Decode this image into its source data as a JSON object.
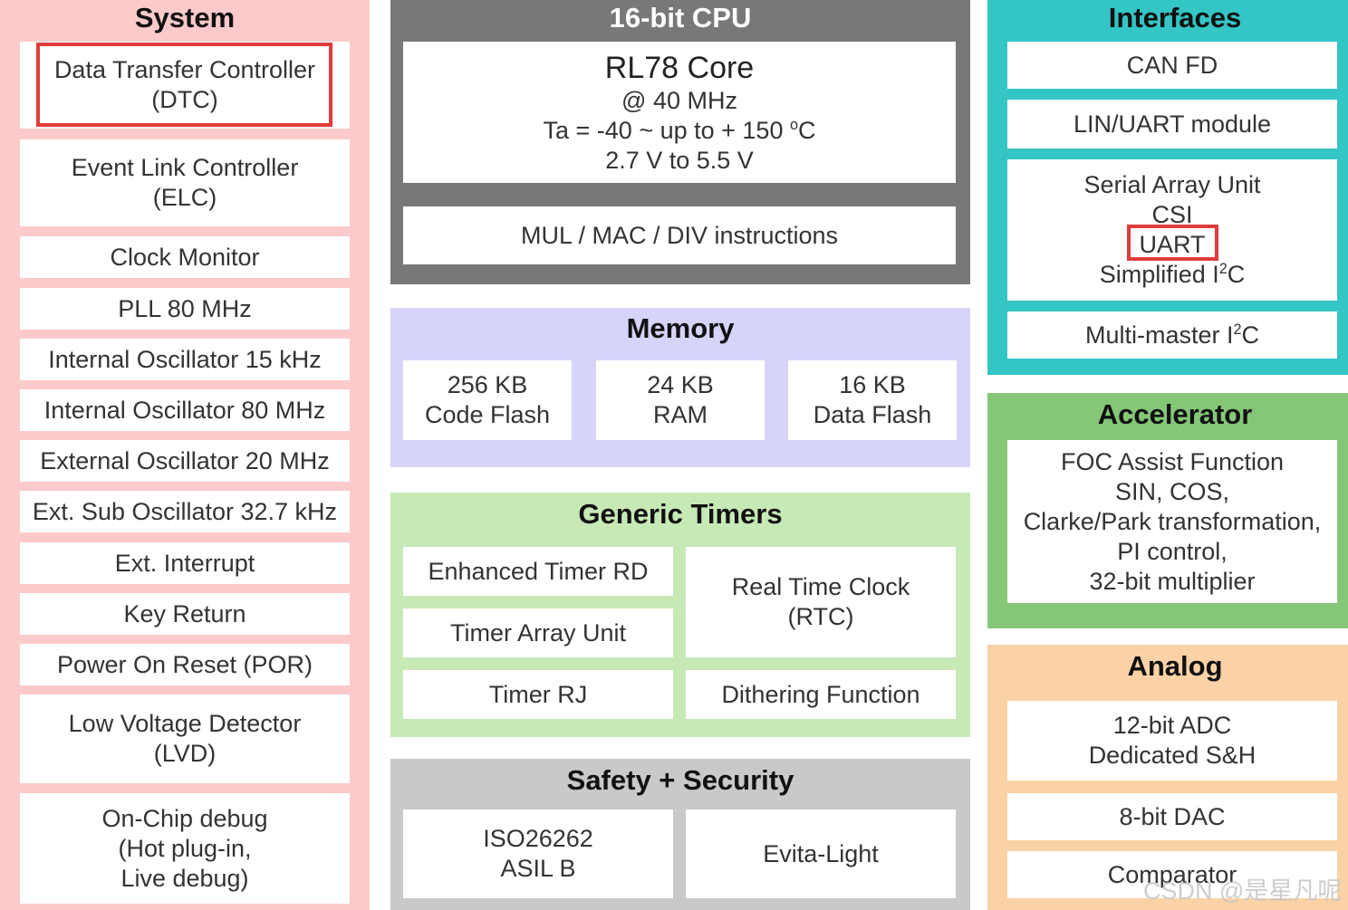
{
  "colors": {
    "system_bg": "#fccaca",
    "cpu_bg": "#787878",
    "memory_bg": "#d7d4fb",
    "timers_bg": "#c7e9b6",
    "safety_bg": "#c9c9c9",
    "interfaces_bg": "#34c5c5",
    "accelerator_bg": "#85c777",
    "analog_bg": "#fbd2a6",
    "highlight": "#e03c3c"
  },
  "system": {
    "title": "System",
    "items": [
      {
        "l1": "Data Transfer Controller",
        "l2": "(DTC)"
      },
      {
        "l1": "Event Link Controller",
        "l2": "(ELC)"
      },
      {
        "l1": "Clock Monitor"
      },
      {
        "l1": "PLL 80 MHz"
      },
      {
        "l1": "Internal Oscillator 15 kHz"
      },
      {
        "l1": "Internal Oscillator 80 MHz"
      },
      {
        "l1": "External Oscillator 20 MHz"
      },
      {
        "l1": "Ext. Sub Oscillator 32.7 kHz"
      },
      {
        "l1": "Ext. Interrupt"
      },
      {
        "l1": "Key Return"
      },
      {
        "l1": "Power On Reset (POR)"
      },
      {
        "l1": "Low Voltage Detector",
        "l2": "(LVD)"
      },
      {
        "l1": "On-Chip debug",
        "l2": "(Hot plug-in,",
        "l3": "Live debug)"
      }
    ]
  },
  "cpu": {
    "title": "16-bit CPU",
    "core": {
      "name": "RL78 Core",
      "freq": "@ 40 MHz",
      "temp_prefix": "Ta = -40 ~ up to + 150 ",
      "temp_sup": "o",
      "temp_unit": "C",
      "voltage": "2.7 V to 5.5 V"
    },
    "instructions": "MUL / MAC / DIV instructions"
  },
  "memory": {
    "title": "Memory",
    "items": [
      {
        "l1": "256 KB",
        "l2": "Code Flash"
      },
      {
        "l1": "24 KB",
        "l2": "RAM"
      },
      {
        "l1": "16 KB",
        "l2": "Data Flash"
      }
    ]
  },
  "timers": {
    "title": "Generic Timers",
    "enhanced": "Enhanced Timer RD",
    "array": "Timer Array Unit",
    "rj": "Timer RJ",
    "rtc_l1": "Real Time Clock",
    "rtc_l2": "(RTC)",
    "dither": "Dithering Function"
  },
  "safety": {
    "title": "Safety + Security",
    "iso_l1": "ISO26262",
    "iso_l2": "ASIL B",
    "evita": "Evita-Light"
  },
  "interfaces": {
    "title": "Interfaces",
    "can": "CAN FD",
    "lin": "LIN/UART module",
    "sau_l1": "Serial Array Unit",
    "sau_l2": "CSI",
    "sau_l3": "UART",
    "sau_l4_prefix": "Simplified I",
    "sau_l4_sup": "2",
    "sau_l4_suffix": "C",
    "mm_prefix": "Multi-master I",
    "mm_sup": "2",
    "mm_suffix": "C"
  },
  "accelerator": {
    "title": "Accelerator",
    "l1": "FOC Assist Function",
    "l2": "SIN, COS,",
    "l3": "Clarke/Park transformation,",
    "l4": "PI control,",
    "l5": "32-bit multiplier"
  },
  "analog": {
    "title": "Analog",
    "adc_l1": "12-bit ADC",
    "adc_l2": "Dedicated S&H",
    "dac": "8-bit DAC",
    "comparator": "Comparator"
  },
  "watermark": "CSDN @是星凡呢"
}
